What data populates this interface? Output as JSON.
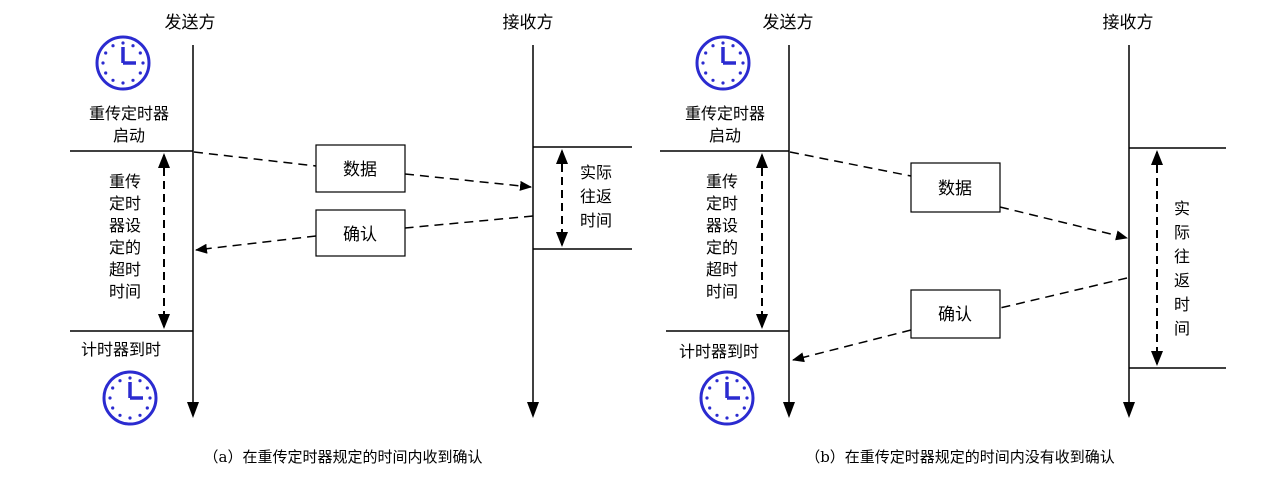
{
  "diagrams": [
    {
      "sender_label": "发送方",
      "receiver_label": "接收方",
      "timer_start_lines": [
        "重传定时器",
        "启动"
      ],
      "timeout_lines": [
        "重传",
        "定时",
        "器设",
        "定的",
        "超时",
        "时间"
      ],
      "timer_expire_label": "计时器到时",
      "data_label": "数据",
      "ack_label": "确认",
      "rtt_lines": [
        "实际",
        "往返",
        "时间"
      ],
      "caption": "（a）在重传定时器规定的时间内收到确认"
    },
    {
      "sender_label": "发送方",
      "receiver_label": "接收方",
      "timer_start_lines": [
        "重传定时器",
        "启动"
      ],
      "timeout_lines": [
        "重传",
        "定时",
        "器设",
        "定的",
        "超时",
        "时间"
      ],
      "timer_expire_label": "计时器到时",
      "data_label": "数据",
      "ack_label": "确认",
      "rtt_lines": [
        "实",
        "际",
        "往",
        "返",
        "时",
        "间"
      ],
      "caption": "（b）在重传定时器规定的时间内没有收到确认"
    }
  ],
  "colors": {
    "clock": "#2b2bd0",
    "line": "#000000"
  },
  "icons": {
    "clock": "clock-icon"
  }
}
